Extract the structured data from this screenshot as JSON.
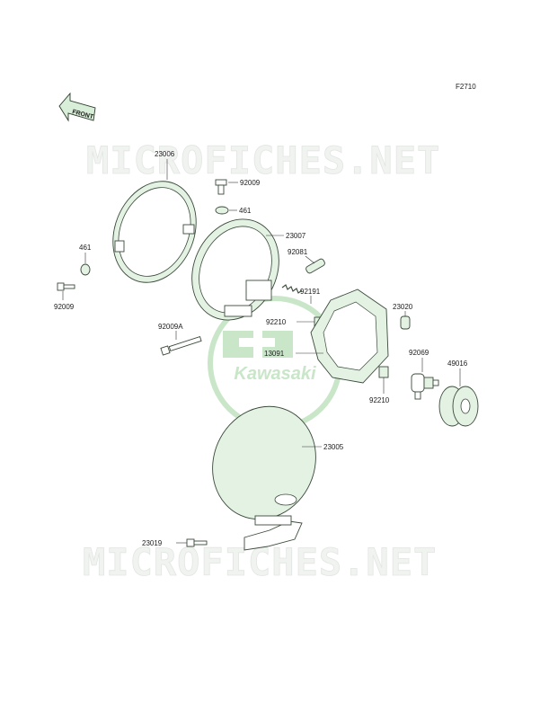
{
  "figure_code": "F2710",
  "front_label": "FRONT",
  "watermark_text": "MICROFICHES.NET",
  "logo_text": "Kawasaki",
  "colors": {
    "logo": "#c9e6c9",
    "parts_fill": "#e3f2e3",
    "ink": "#1b1b1b"
  },
  "labels": {
    "p23006": "23006",
    "p92009_top": "92009",
    "p461_top": "461",
    "p23007": "23007",
    "p461_left": "461",
    "p92081": "92081",
    "p92009_left": "92009",
    "p92191": "92191",
    "p92210_top": "92210",
    "p23020": "23020",
    "p92009A": "92009A",
    "p13091": "13091",
    "p92069": "92069",
    "p49016": "49016",
    "p92210_bot": "92210",
    "p23005": "23005",
    "p23019": "23019"
  }
}
